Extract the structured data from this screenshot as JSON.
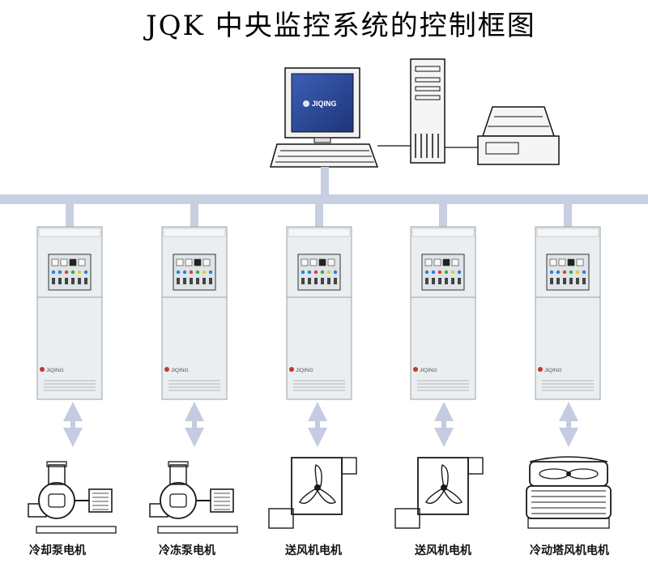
{
  "title": "JQK 中央监控系统的控制框图",
  "brand": "JIQING",
  "cabinet_count": 5,
  "devices": [
    {
      "label": "冷却泵电机",
      "type": "pump"
    },
    {
      "label": "冷冻泵电机",
      "type": "pump"
    },
    {
      "label": "送风机电机",
      "type": "fan"
    },
    {
      "label": "送风机电机",
      "type": "fan"
    },
    {
      "label": "冷动塔风机电机",
      "type": "cooling-tower"
    }
  ],
  "colors": {
    "bus": "#c7cfe0",
    "cabinet": "#eaeef0",
    "monitor_screen": "#2b4a9b",
    "arrow": "#c5cbe0",
    "line": "#1a1a1a"
  }
}
